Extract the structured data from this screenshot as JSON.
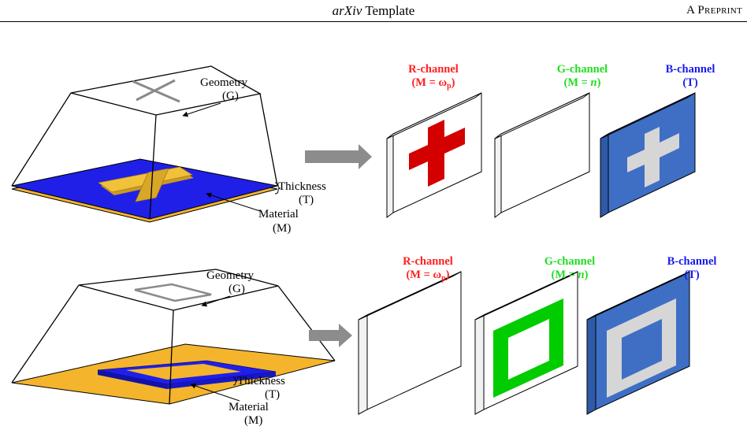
{
  "header": {
    "title_italic": "arXiv",
    "title_rest": " Template",
    "right": "A Preprint"
  },
  "colors": {
    "red_channel": "#ff2020",
    "green_channel": "#22dd22",
    "blue_channel": "#1a1aee",
    "material_blue": "#1f1fe8",
    "material_gold": "#f4b52c",
    "cross_red": "#d40000",
    "panel_blue": "#3e6fc4",
    "pattern_grey": "#d6d6d6",
    "arrow_grey": "#8c8c8c"
  },
  "figure": {
    "top": {
      "geometry": "Geometry",
      "geometry_sym": "(G)",
      "thickness": "Thickness",
      "thickness_sym": "(T)",
      "material": "Material",
      "material_sym": "(M)",
      "r_title": "R-channel",
      "r_sub": "(M = ω",
      "r_sub_index": "p",
      "r_sub_close": ")",
      "g_title": "G-channel",
      "g_sub": "(M = ",
      "g_sub_var": "n",
      "g_sub_close": ")",
      "b_title": "B-channel",
      "b_sub": "(T)"
    },
    "bottom": {
      "geometry": "Geometry",
      "geometry_sym": "(G)",
      "thickness": "Thickness",
      "thickness_sym": "(T)",
      "material": "Material",
      "material_sym": "(M)",
      "r_title": "R-channel",
      "r_sub": "(M = ω",
      "r_sub_index": "p",
      "r_sub_close": ")",
      "g_title": "G-channel",
      "g_sub": "(M = ",
      "g_sub_var": "n",
      "g_sub_close": ")",
      "b_title": "B-channel",
      "b_sub": "(T)"
    }
  }
}
